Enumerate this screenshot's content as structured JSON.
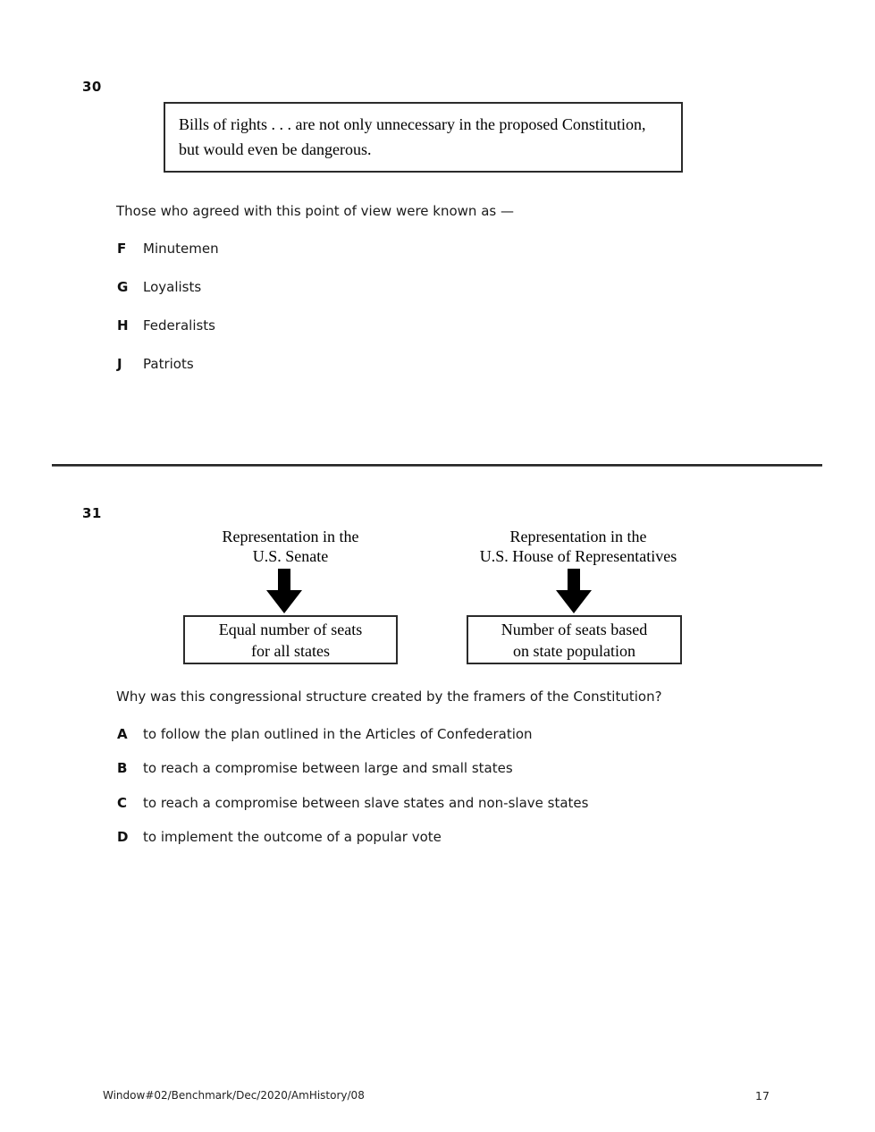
{
  "q30": {
    "number": "30",
    "quote": "Bills of rights . . . are not only unnecessary in the proposed Constitution, but would even be dangerous.",
    "question": "Those who agreed with this point of view were known as —",
    "options": [
      {
        "letter": "F",
        "text": "Minutemen"
      },
      {
        "letter": "G",
        "text": "Loyalists"
      },
      {
        "letter": "H",
        "text": "Federalists"
      },
      {
        "letter": "J",
        "text": "Patriots"
      }
    ]
  },
  "q31": {
    "number": "31",
    "diagram": {
      "left": {
        "header_lines": [
          "Representation in the",
          "U.S. Senate"
        ],
        "box_lines": [
          "Equal number of seats",
          "for all states"
        ]
      },
      "right": {
        "header_lines": [
          "Representation in the",
          "U.S. House of Representatives"
        ],
        "box_lines": [
          "Number of seats based",
          "on state population"
        ]
      },
      "arrow_color": "#000000"
    },
    "question": "Why was this congressional structure created by the framers of the Constitution?",
    "options": [
      {
        "letter": "A",
        "text": "to follow the plan outlined in the Articles of Confederation"
      },
      {
        "letter": "B",
        "text": "to reach a compromise between large and small states"
      },
      {
        "letter": "C",
        "text": "to reach a compromise between slave states and non-slave states"
      },
      {
        "letter": "D",
        "text": "to implement the outcome of a popular vote"
      }
    ]
  },
  "footer": {
    "left": "Window#02/Benchmark/Dec/2020/AmHistory/08",
    "page_number": "17"
  }
}
